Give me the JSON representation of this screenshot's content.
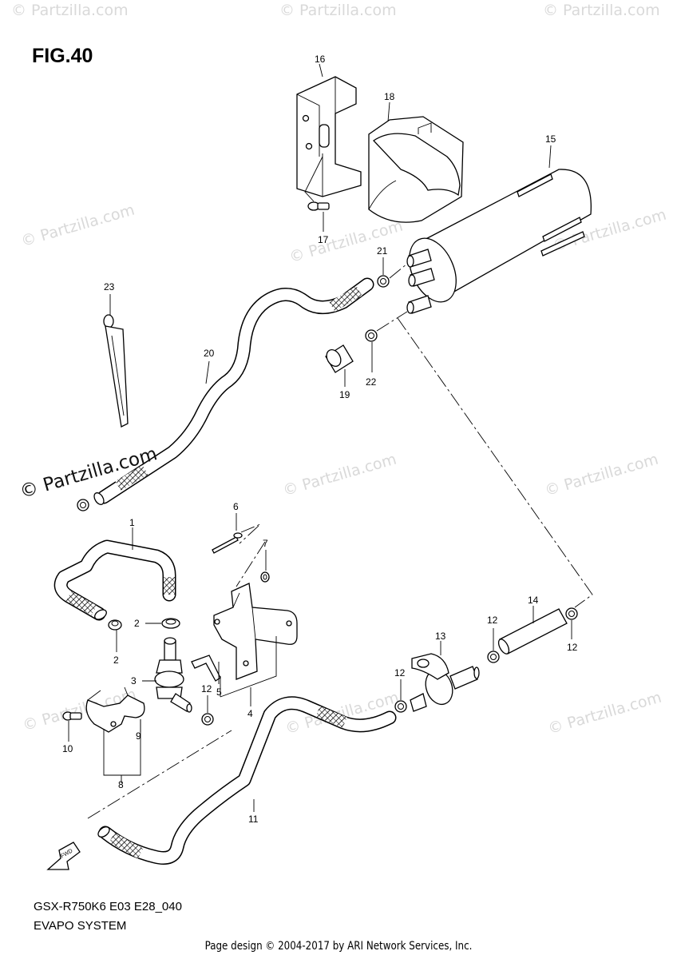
{
  "figure": {
    "title": "FIG.40"
  },
  "watermark": {
    "text": "© Partzilla.com",
    "main_text": "© Partzilla.com"
  },
  "parts": [
    "1",
    "2",
    "2",
    "3",
    "4",
    "5",
    "6",
    "7",
    "8",
    "9",
    "10",
    "11",
    "12",
    "12",
    "12",
    "12",
    "13",
    "14",
    "15",
    "16",
    "17",
    "18",
    "19",
    "20",
    "21",
    "22",
    "23"
  ],
  "footer": {
    "model_code": "GSX-R750K6 E03 E28_040",
    "system_name": "EVAPO SYSTEM",
    "credit": "Page design © 2004-2017 by ARI Network Services, Inc."
  },
  "colors": {
    "line": "#000000",
    "watermark": "#d9d9d9"
  },
  "icons": {
    "front_arrow": "fwd-arrow-icon"
  }
}
